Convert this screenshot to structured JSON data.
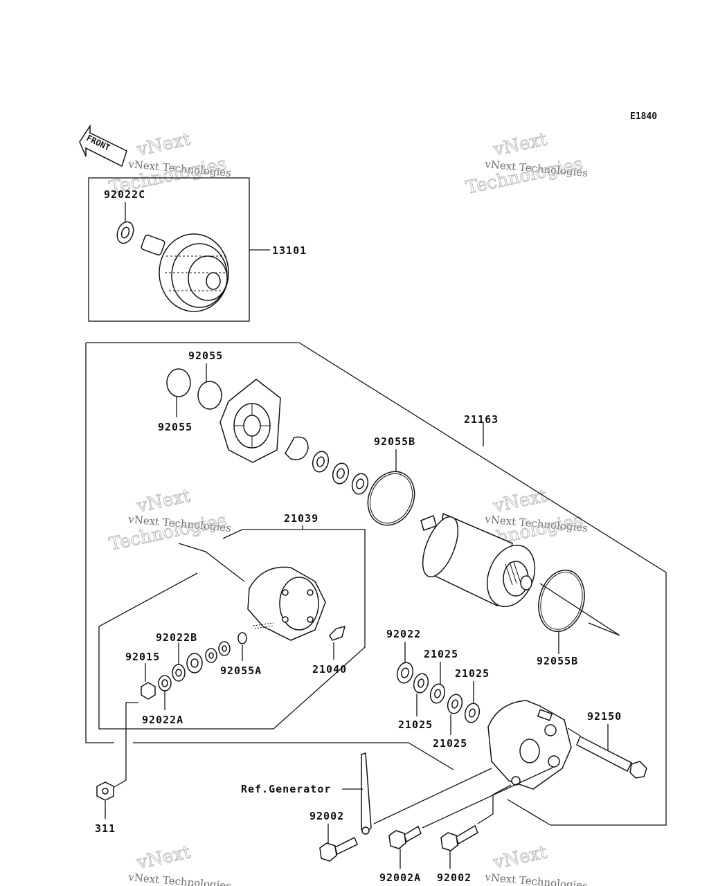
{
  "diagram_code": "E1840",
  "front_arrow_text": "FRONT",
  "watermark": {
    "line1": "vNext Technologies",
    "line2": "vNext",
    "line3": "Technologies"
  },
  "labels": {
    "p92022C": "92022C",
    "p13101": "13101",
    "p92055_top": "92055",
    "p92055_bottom": "92055",
    "p21163": "21163",
    "p92055B_top": "92055B",
    "p21039": "21039",
    "p92022B": "92022B",
    "p92015": "92015",
    "p92055A": "92055A",
    "p21040": "21040",
    "p92022A": "92022A",
    "p92022": "92022",
    "p21025_a": "21025",
    "p21025_b": "21025",
    "p21025_c": "21025",
    "p21025_d": "21025",
    "p92055B_bottom": "92055B",
    "p92150": "92150",
    "p311": "311",
    "ref_generator": "Ref.Generator",
    "p92002_left": "92002",
    "p92002A": "92002A",
    "p92002_right": "92002"
  }
}
